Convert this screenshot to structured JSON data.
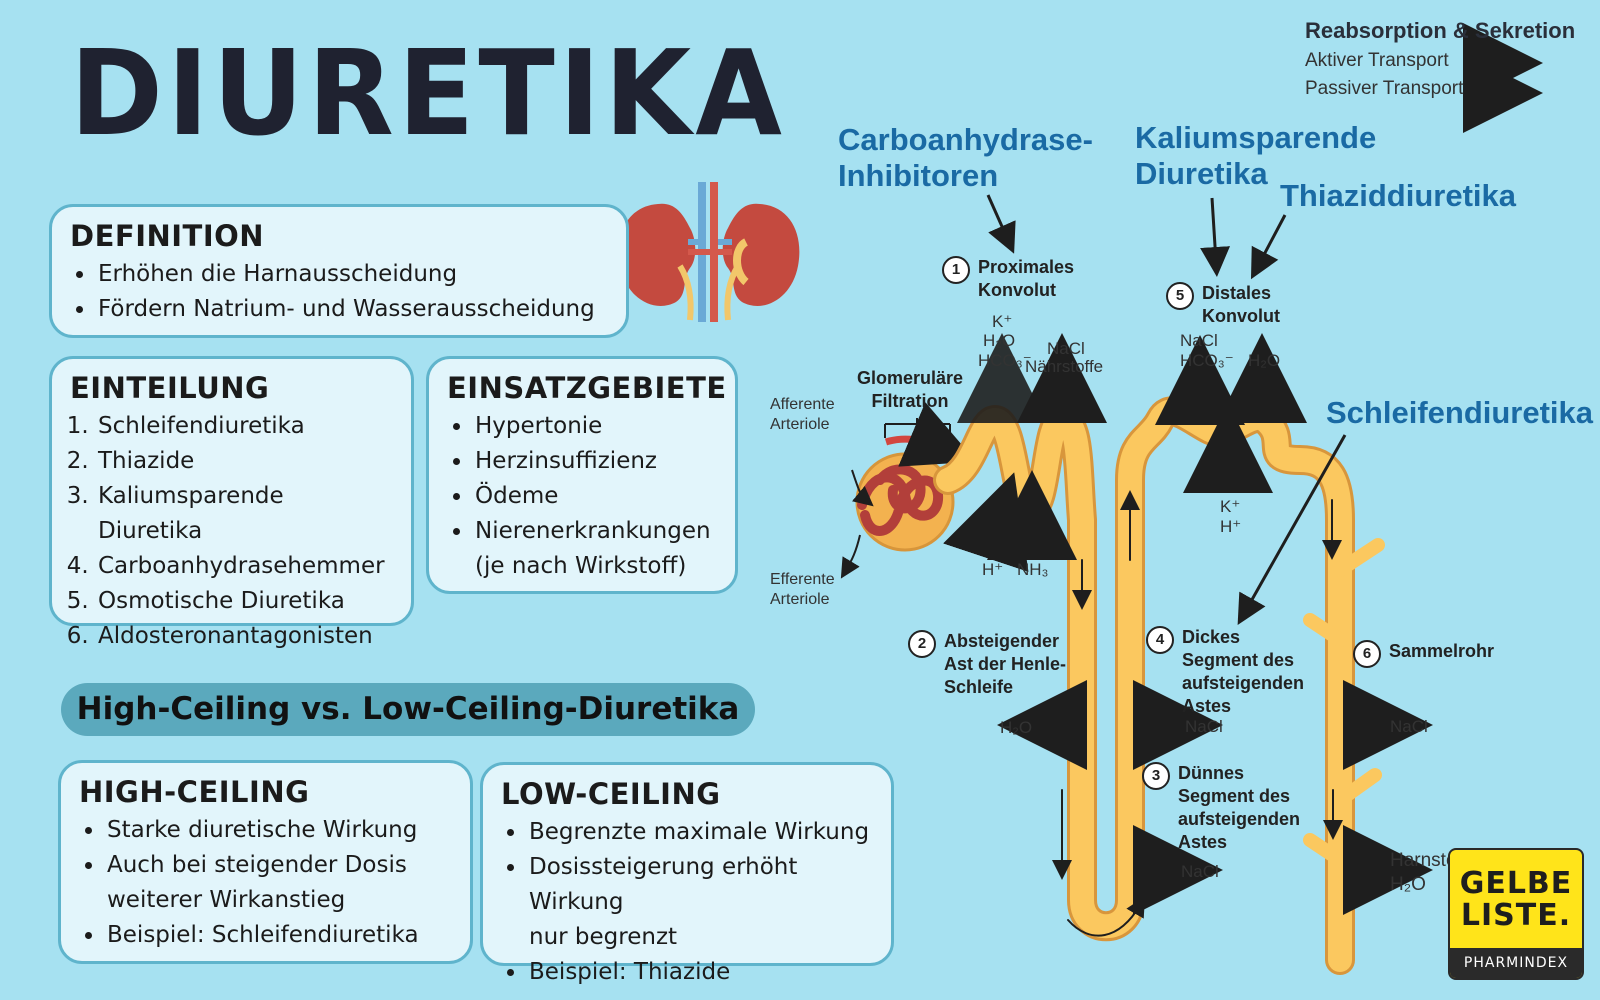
{
  "title": "DIURETIKA",
  "definition": {
    "heading": "DEFINITION",
    "items": [
      "Erhöhen die Harnausscheidung",
      "Fördern Natrium- und Wasserausscheidung"
    ]
  },
  "einteilung": {
    "heading": "EINTEILUNG",
    "items": [
      "Schleifendiuretika",
      "Thiazide",
      "Kaliumsparende Diuretika",
      "Carboanhydrasehemmer",
      "Osmotische Diuretika",
      "Aldosteronantagonisten"
    ]
  },
  "einsatz": {
    "heading": "EINSATZGEBIETE",
    "items": [
      "Hypertonie",
      "Herzinsuffizienz",
      "Ödeme",
      "Nierenerkrankungen"
    ],
    "note": "(je nach Wirkstoff)"
  },
  "ceiling_banner": "High-Ceiling vs. Low-Ceiling-Diuretika",
  "high": {
    "heading": "HIGH-CEILING",
    "items": [
      "Starke diuretische Wirkung",
      "Auch bei steigender Dosis",
      "Beispiel: Schleifendiuretika"
    ],
    "item2_cont": "weiterer Wirkanstieg"
  },
  "low": {
    "heading": "LOW-CEILING",
    "items": [
      "Begrenzte maximale Wirkung",
      "Dosissteigerung erhöht Wirkung",
      "Beispiel: Thiazide"
    ],
    "item2_cont": "nur begrenzt"
  },
  "legend": {
    "title": "Reabsorption & Sekretion",
    "active": "Aktiver Transport",
    "passive": "Passiver Transport",
    "active_color": "#b2528e",
    "passive_color": "#6f97b4"
  },
  "drugs": {
    "carbo_1": "Carboanhydrase-",
    "carbo_2": "Inhibitoren",
    "kalium_1": "Kaliumsparende",
    "kalium_2": "Diuretika",
    "thiazid": "Thiaziddiuretika",
    "schleife": "Schleifendiuretika"
  },
  "segments": {
    "s1": {
      "num": "1",
      "l1": "Proximales",
      "l2": "Konvolut"
    },
    "s2": {
      "num": "2",
      "l1": "Absteigender",
      "l2": "Ast der Henle-",
      "l3": "Schleife"
    },
    "s3": {
      "num": "3",
      "l1": "Dünnes",
      "l2": "Segment des",
      "l3": "aufsteigenden",
      "l4": "Astes"
    },
    "s4": {
      "num": "4",
      "l1": "Dickes",
      "l2": "Segment des",
      "l3": "aufsteigenden",
      "l4": "Astes"
    },
    "s5": {
      "num": "5",
      "l1": "Distales",
      "l2": "Konvolut"
    },
    "s6": {
      "num": "6",
      "l1": "Sammelrohr"
    }
  },
  "labels": {
    "glom_1": "Glomeruläre",
    "glom_2": "Filtration",
    "aff_1": "Afferente",
    "aff_2": "Arteriole",
    "eff_1": "Efferente",
    "eff_2": "Arteriole"
  },
  "ions": {
    "k": "K⁺",
    "h2o": "H₂O",
    "hco3": "HCO₃⁻",
    "nacl": "NaCl",
    "naehr": "Nährstoffe",
    "h": "H⁺",
    "nh3": "NH₃",
    "nacl5": "NaCl",
    "hco3_5": "HCO₃⁻",
    "h2o_5": "H₂O",
    "k5": "K⁺",
    "h5": "H⁺",
    "h2o_2": "H₂O",
    "nacl_4": "NaCl",
    "nacl_3": "NaCl",
    "nacl_6": "NaCl",
    "harnstoff": "Harnstoff",
    "h2o_6": "H₂O"
  },
  "logo": {
    "l1": "GELBE",
    "l2": "LISTE.",
    "bar": "PHARMINDEX"
  }
}
